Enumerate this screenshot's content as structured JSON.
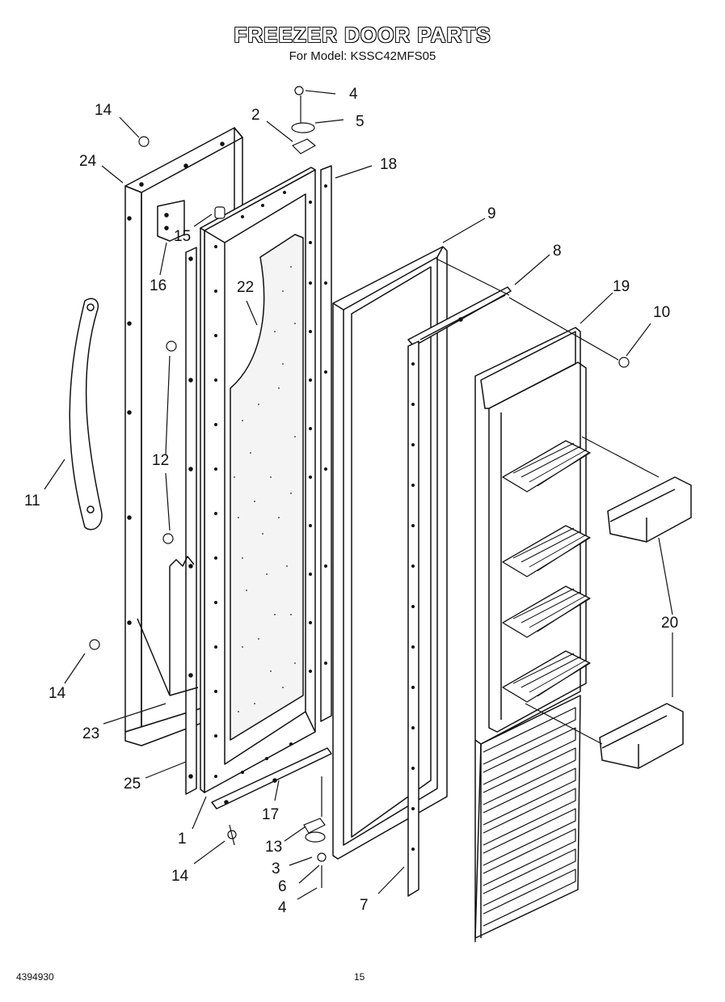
{
  "header": {
    "title": "FREEZER DOOR PARTS",
    "subtitle": "For Model: KSSC42MFS05"
  },
  "footer": {
    "part_number": "4394930",
    "page_number": "15"
  },
  "callouts": [
    "4",
    "5",
    "2",
    "14",
    "24",
    "18",
    "15",
    "16",
    "9",
    "8",
    "19",
    "10",
    "22",
    "12",
    "11",
    "20",
    "14",
    "23",
    "25",
    "17",
    "1",
    "13",
    "3",
    "6",
    "4",
    "14",
    "7"
  ]
}
